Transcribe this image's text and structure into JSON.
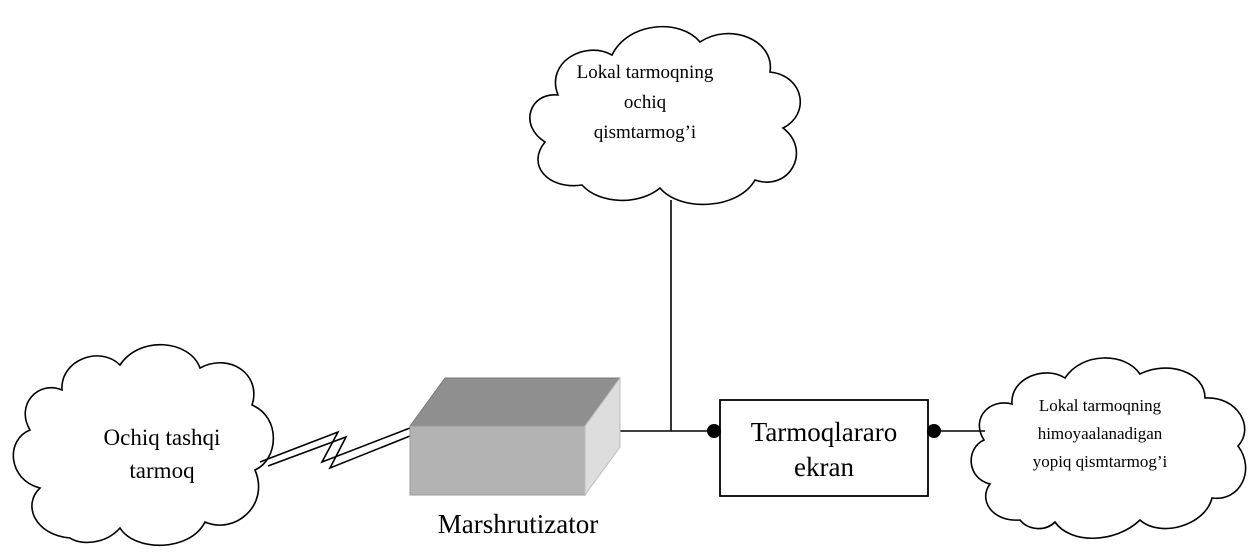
{
  "diagram": {
    "clouds": {
      "top": {
        "lines": [
          "Lokal tarmoqning",
          "ochiq",
          "qismtarmog’i"
        ]
      },
      "left": {
        "lines": [
          "Ochiq tashqi",
          "tarmoq"
        ]
      },
      "right": {
        "lines": [
          "Lokal tarmoqning",
          "himoyaalanadigan",
          "yopiq qismtarmog’i"
        ]
      }
    },
    "firewall": {
      "lines": [
        "Tarmoqlararo",
        "ekran"
      ]
    },
    "router": {
      "label": "Marshrutizator"
    }
  }
}
